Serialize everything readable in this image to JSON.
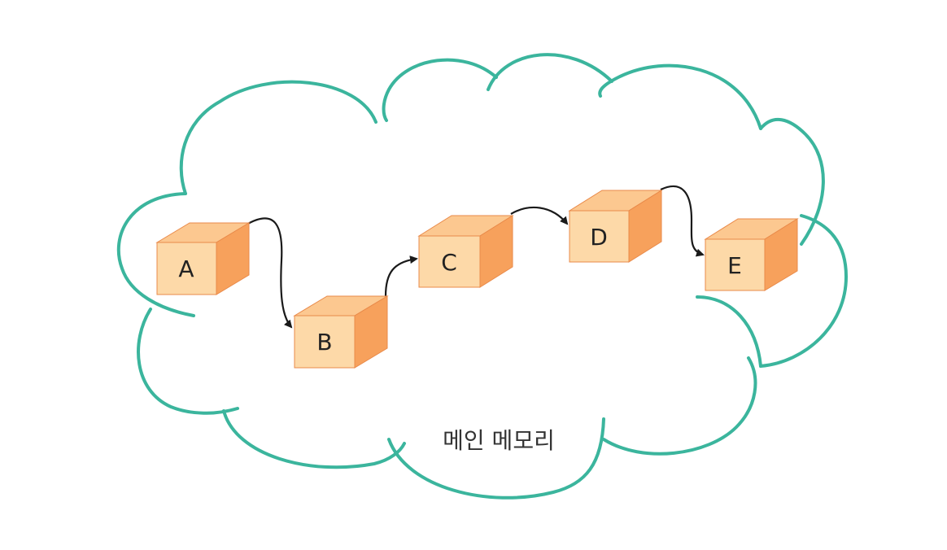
{
  "colors": {
    "cloud_stroke": "#3bb59d",
    "box_front": "#fdd9a8",
    "box_top": "#fcc890",
    "box_side": "#f7a15c",
    "box_edge": "#e98a4a",
    "arrow": "#1a1a1a"
  },
  "diagram": {
    "nodes": [
      {
        "id": "A",
        "label": "A"
      },
      {
        "id": "B",
        "label": "B"
      },
      {
        "id": "C",
        "label": "C"
      },
      {
        "id": "D",
        "label": "D"
      },
      {
        "id": "E",
        "label": "E"
      }
    ],
    "links": [
      {
        "from": "A",
        "to": "B"
      },
      {
        "from": "B",
        "to": "C"
      },
      {
        "from": "C",
        "to": "D"
      },
      {
        "from": "D",
        "to": "E"
      }
    ],
    "container_label": "메인 메모리"
  }
}
